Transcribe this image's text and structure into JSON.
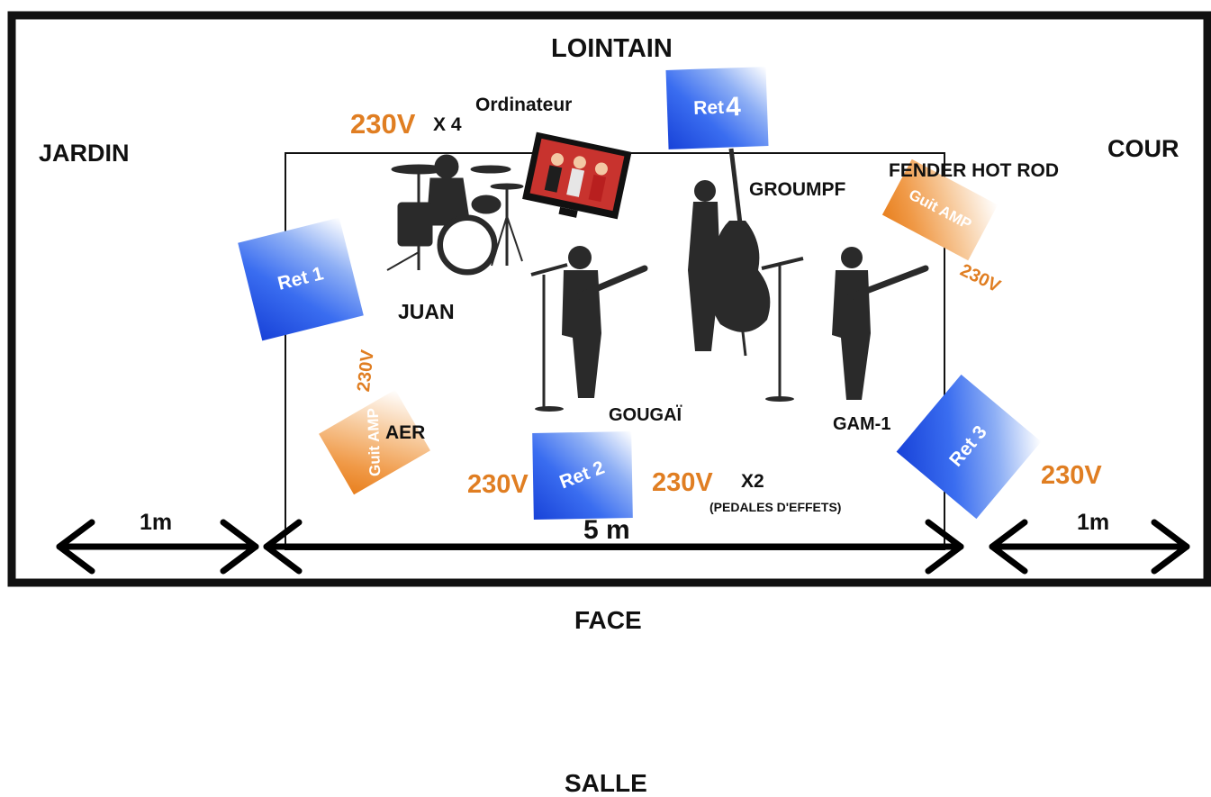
{
  "directions": {
    "back": "LOINTAIN",
    "left": "JARDIN",
    "right": "COUR",
    "front": "FACE",
    "audience": "SALLE"
  },
  "musicians": [
    {
      "name": "JUAN",
      "instrument": "drums"
    },
    {
      "name": "GROUMPF",
      "instrument": "double-bass"
    },
    {
      "name": "GOUGAÏ",
      "instrument": "guitar"
    },
    {
      "name": "GAM-1",
      "instrument": "guitar"
    }
  ],
  "monitors": {
    "ret1": "Ret 1",
    "ret2": "Ret 2",
    "ret3": "Ret 3",
    "ret4_prefix": "Ret",
    "ret4_number": "4"
  },
  "amps": {
    "right_model": "FENDER HOT ROD",
    "right_label": "Guit AMP",
    "left_model": "AER",
    "left_label": "Guit AMP"
  },
  "equipment": {
    "computer": "Ordinateur"
  },
  "power": {
    "top": "230V",
    "top_count": "X 4",
    "right_amp": "230V",
    "left_amp": "230V",
    "center_left": "230V",
    "center_right": "230V",
    "center_right_count": "X2",
    "pedals_note": "(PEDALES D'EFFETS)",
    "right_front": "230V"
  },
  "dimensions": {
    "left": "1m",
    "center": "5 m",
    "right": "1m"
  },
  "colors": {
    "power": "#e07e22",
    "monitor": "#1842d8",
    "amp": "#e8801f",
    "silhouette": "#2a2a2a"
  }
}
